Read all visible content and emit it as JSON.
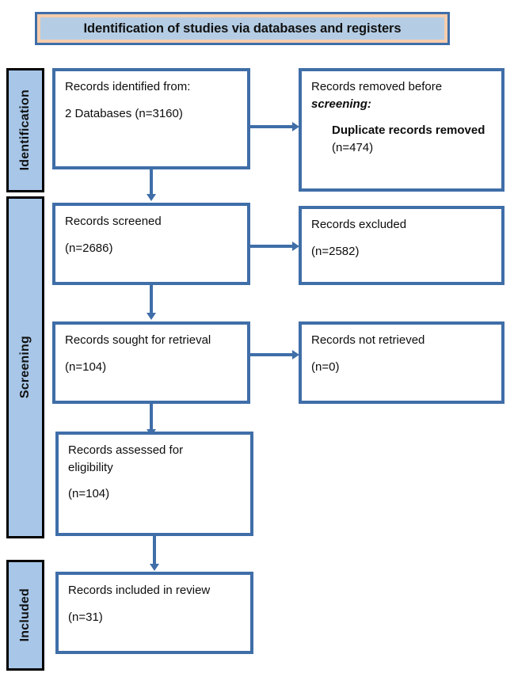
{
  "diagram": {
    "type": "prisma-flow-diagram",
    "title": "Identification of studies via databases and registers",
    "accent_color": "#3f6ea8",
    "banner_fill": "#b4cde4",
    "banner_border_inner": "#f7cdad",
    "stage_fill": "#a7c6e8",
    "background": "#ffffff"
  },
  "stages": [
    {
      "id": "identification",
      "label": "Identification"
    },
    {
      "id": "screening",
      "label": "Screening"
    },
    {
      "id": "included",
      "label": "Included"
    }
  ],
  "boxes": {
    "records_identified": {
      "line1": "Records identified from:",
      "line2": "2 Databases (n=3160)",
      "count": 3160,
      "databases": 2
    },
    "records_removed": {
      "line1": "Records removed before",
      "line2": "screening:",
      "line3": "Duplicate records removed",
      "line4": "(n=474)",
      "count": 474
    },
    "records_screened": {
      "line1": "Records screened",
      "line2": "(n=2686)",
      "count": 2686
    },
    "records_excluded": {
      "line1": "Records excluded",
      "line2": "(n=2582)",
      "count": 2582
    },
    "records_sought": {
      "line1": "Records sought for retrieval",
      "line2": "(n=104)",
      "count": 104
    },
    "records_not_retrieved": {
      "line1": "Records not retrieved",
      "line2": "(n=0)",
      "count": 0
    },
    "records_assessed": {
      "line1": "Records assessed for",
      "line2": "eligibility",
      "line3": "(n=104)",
      "count": 104
    },
    "records_included": {
      "line1": "Records included in review",
      "line2": "(n=31)",
      "count": 31
    }
  }
}
